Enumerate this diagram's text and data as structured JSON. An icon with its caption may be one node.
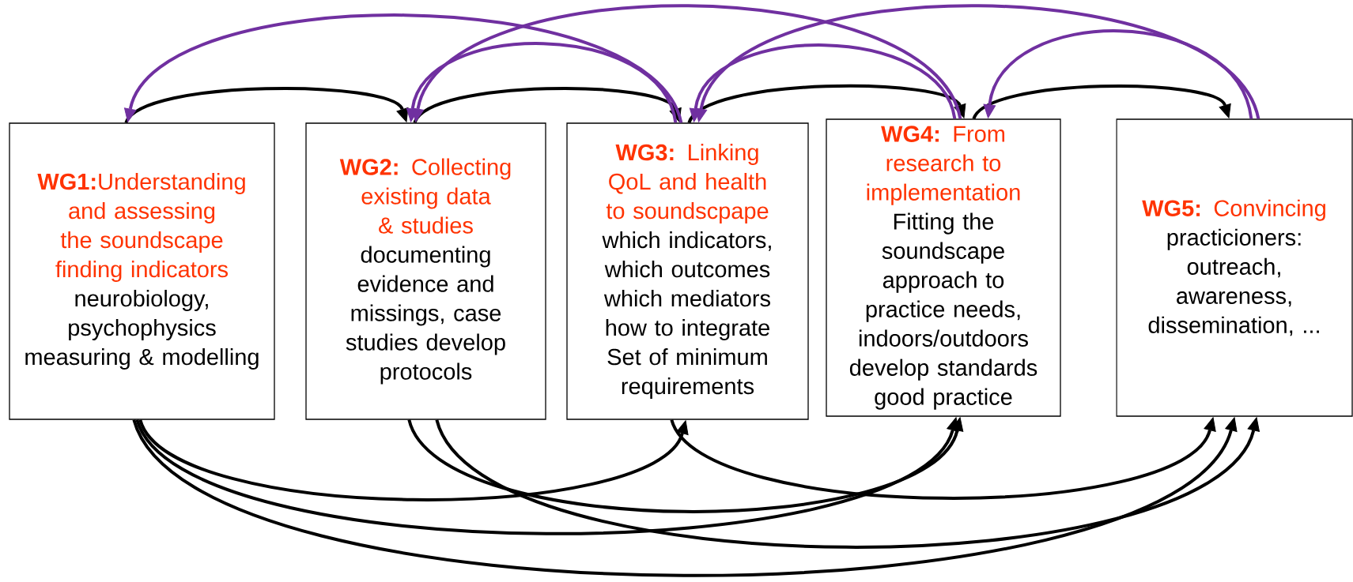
{
  "diagram": {
    "nodes": [
      {
        "text": [
          "**WG1:**Understanding and assessing the soundscape finding indicators",
          "neurobiology, psychophysics measuring & modelling"
        ]
      },
      {
        "text": [
          "**WG2:** Collecting existing data & studies",
          "documenting evidence and missings, case studies develop protocols"
        ]
      },
      {
        "text": [
          "**WG3:** Linking QoL and health to soundscpape",
          "which indicators, which outcomes which mediators how to integrate Set of minimum requirements"
        ]
      },
      {
        "text": [
          "**WG4:** From research to implementation",
          "Fitting the soundscape approach to practice needs, indoors/outdoors develop standards good practice"
        ]
      },
      {
        "text": [
          "**WG5:** Convincing",
          "practicioners: outreach, awareness, dissemination, ..."
        ]
      }
    ],
    "edges": [
      {
        "from": 0,
        "to": 1,
        "arrow": "to"
      },
      {
        "from": 1,
        "to": 2,
        "arrow": "to"
      },
      {
        "from": 2,
        "to": 3,
        "arrow": "to"
      },
      {
        "from": 3,
        "to": 4,
        "arrow": "to"
      },
      {
        "from": 2,
        "to": 0,
        "arrow": "to",
        "color": "#7030a0"
      },
      {
        "from": 2,
        "to": 1,
        "arrow": "to",
        "color": "#7030a0"
      },
      {
        "from": 3,
        "to": 1,
        "arrow": "to",
        "color": "#7030a0"
      },
      {
        "from": 3,
        "to": 2,
        "arrow": "to",
        "color": "#7030a0"
      },
      {
        "from": 4,
        "to": 2,
        "arrow": "to",
        "color": "#7030a0"
      },
      {
        "from": 4,
        "to": 3,
        "arrow": "to",
        "color": "#7030a0"
      },
      {
        "from": 0,
        "to": 2,
        "arrow": "to"
      },
      {
        "from": 0,
        "to": 3,
        "arrow": "to"
      },
      {
        "from": 0,
        "to": 4,
        "arrow": "to"
      },
      {
        "from": 1,
        "to": 3,
        "arrow": "to"
      },
      {
        "from": 1,
        "to": 4,
        "arrow": "to"
      },
      {
        "from": 2,
        "to": 4,
        "arrow": "to"
      }
    ]
  }
}
